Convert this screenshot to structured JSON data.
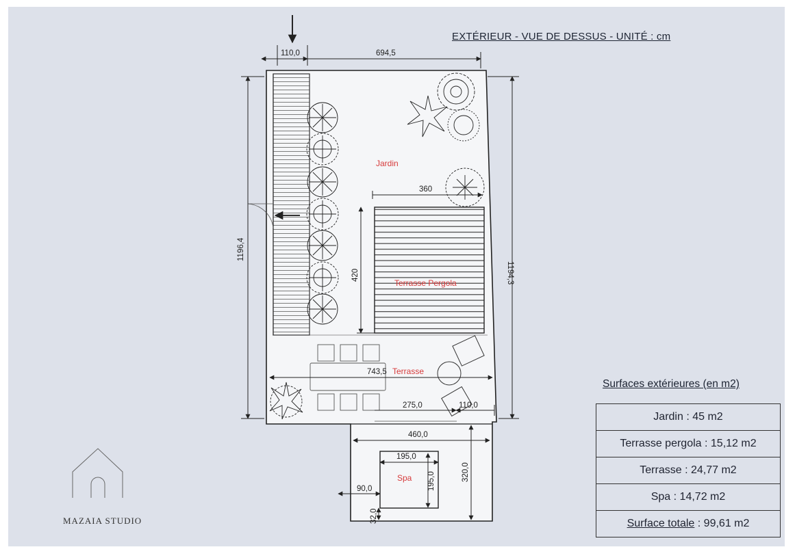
{
  "header": {
    "title": "EXTÉRIEUR - VUE DE DESSUS - UNITÉ : cm"
  },
  "zones": {
    "jardin": "Jardin",
    "terrasse_pergola": "Terrasse Pergola",
    "terrasse": "Terrasse",
    "spa": "Spa"
  },
  "dimensions": {
    "side_path_width": "110,0",
    "top_width": "694,5",
    "left_height": "1196,4",
    "right_height": "1194,3",
    "pergola_width": "360",
    "pergola_height": "420",
    "terrace_width": "743,5",
    "terrace_seg_a": "275,0",
    "terrace_seg_b": "110,0",
    "spa_zone_width": "460,0",
    "spa_zone_height": "320,0",
    "spa_width": "195,0",
    "spa_height": "195,0",
    "spa_offset_x": "90,0",
    "spa_offset_y": "32,0"
  },
  "surfaces": {
    "title": "Surfaces extérieures (en m2)",
    "rows": [
      {
        "label": "Jardin",
        "value": "45 m2"
      },
      {
        "label": "Terrasse pergola",
        "value": "15,12 m2"
      },
      {
        "label": "Terrasse",
        "value": "24,77 m2"
      },
      {
        "label": "Spa",
        "value": "14,72 m2"
      }
    ],
    "total": {
      "label": "Surface totale",
      "value": "99,61 m2"
    }
  },
  "logo": {
    "text": "MAZAIA STUDIO"
  },
  "colors": {
    "background": "#dde1ea",
    "label_red": "#d63a3a",
    "line": "#222222"
  }
}
